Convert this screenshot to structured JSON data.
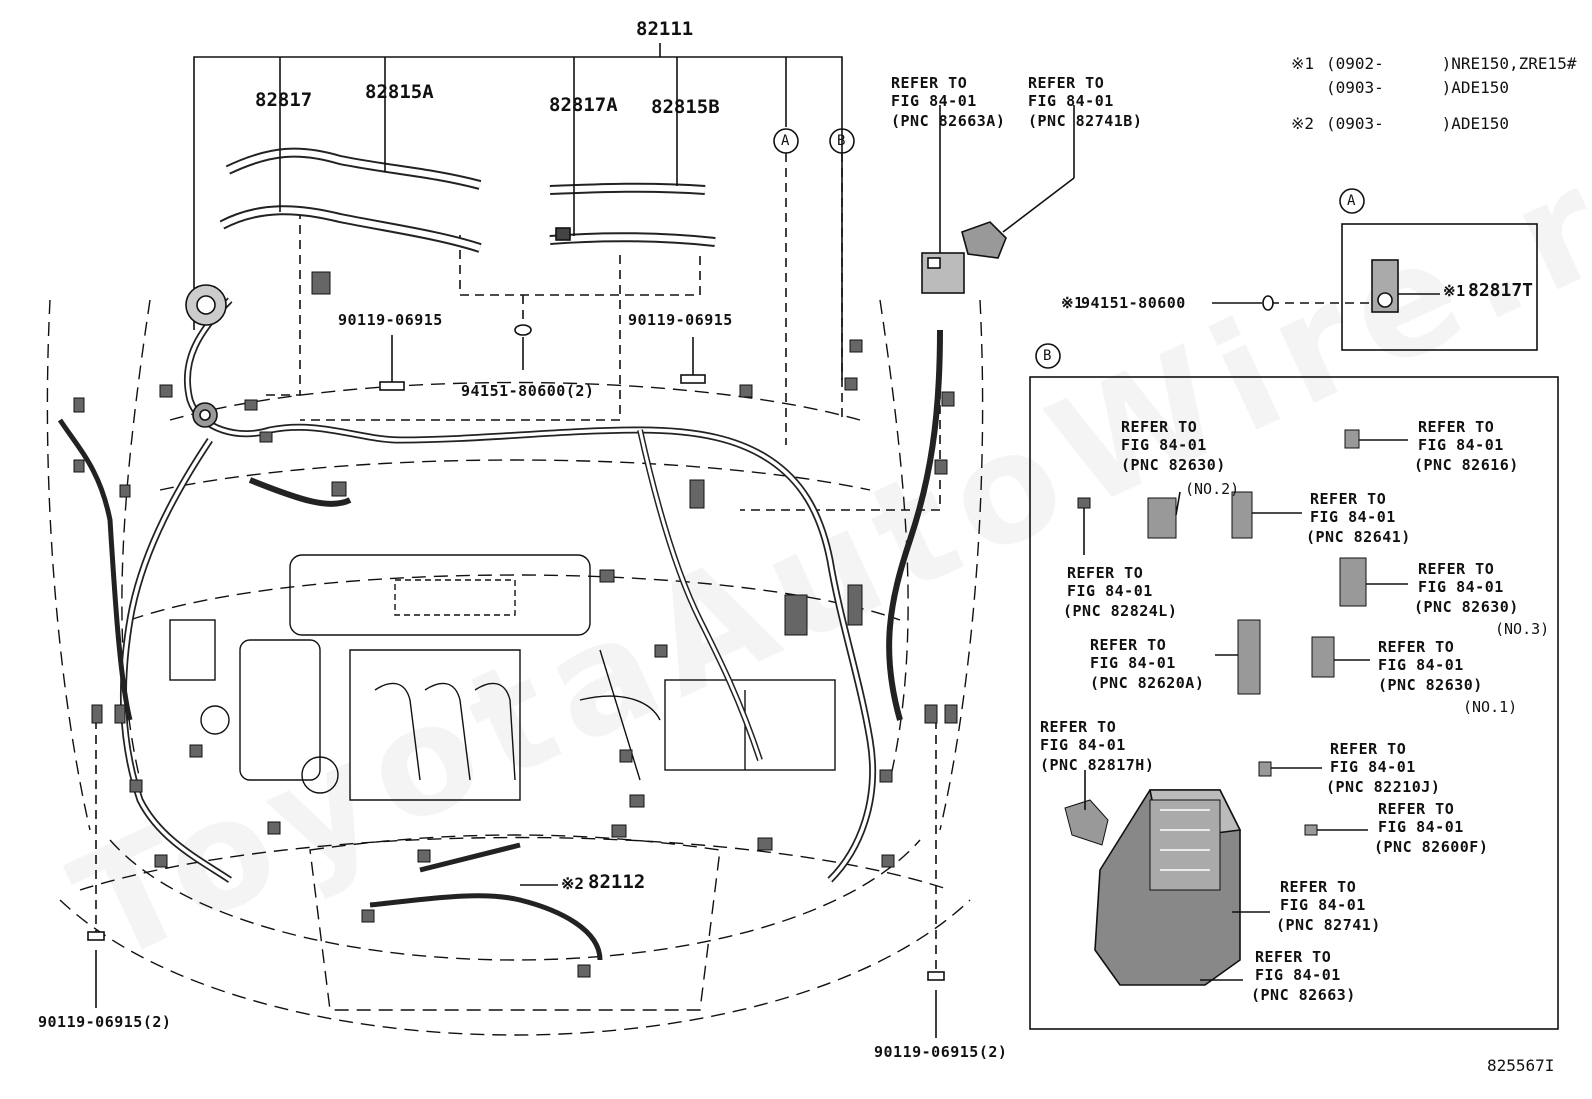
{
  "diagram": {
    "main_part": "82111",
    "parts": {
      "p82817": "82817",
      "p82815A": "82815A",
      "p82817A": "82817A",
      "p82815B": "82815B",
      "p82817T": "82817T",
      "p82112": "82112"
    },
    "callouts": {
      "A": "A",
      "B": "B"
    },
    "bolt_left_mid": "90119-06915",
    "bolt_right_mid": "90119-06915",
    "clip_center": "94151-80600(2)",
    "bolt_bottom_left": "90119-06915(2)",
    "bolt_bottom_right": "90119-06915(2)",
    "clip_detail_a": "94151-80600",
    "mark_1": "※1",
    "mark_2": "※2",
    "notes": {
      "n1_prefix": "※1",
      "n1_line1": "(0902-      )NRE150,ZRE15#",
      "n1_line2": "(0903-      )ADE150",
      "n2_prefix": "※2",
      "n2_line1": "(0903-      )ADE150"
    },
    "refer": {
      "r82663A": [
        "REFER TO",
        "FIG 84-01",
        "(PNC 82663A)"
      ],
      "r82741B": [
        "REFER TO",
        "FIG 84-01",
        "(PNC 82741B)"
      ],
      "r82630_2": [
        "REFER TO",
        "FIG 84-01",
        "(PNC 82630)",
        "(NO.2)"
      ],
      "r82616": [
        "REFER TO",
        "FIG 84-01",
        "(PNC 82616)"
      ],
      "r82641": [
        "REFER TO",
        "FIG 84-01",
        "(PNC 82641)"
      ],
      "r82824L": [
        "REFER TO",
        "FIG 84-01",
        "(PNC 82824L)"
      ],
      "r82630_3": [
        "REFER TO",
        "FIG 84-01",
        "(PNC 82630)",
        "(NO.3)"
      ],
      "r82620A": [
        "REFER TO",
        "FIG 84-01",
        "(PNC 82620A)"
      ],
      "r82630_1": [
        "REFER TO",
        "FIG 84-01",
        "(PNC 82630)",
        "(NO.1)"
      ],
      "r82817H": [
        "REFER TO",
        "FIG 84-01",
        "(PNC 82817H)"
      ],
      "r82210J": [
        "REFER TO",
        "FIG 84-01",
        "(PNC 82210J)"
      ],
      "r82600F": [
        "REFER TO",
        "FIG 84-01",
        "(PNC 82600F)"
      ],
      "r82741": [
        "REFER TO",
        "FIG 84-01",
        "(PNC 82741)"
      ],
      "r82663": [
        "REFER TO",
        "FIG 84-01",
        "(PNC 82663)"
      ]
    },
    "figure_code": "825567I",
    "watermark": "ToyotaAutoWire.ru"
  }
}
